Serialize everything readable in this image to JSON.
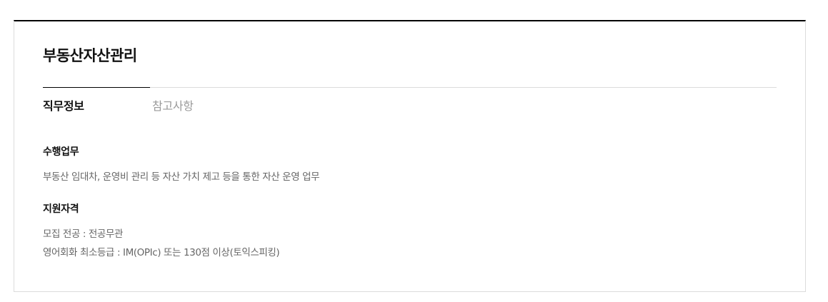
{
  "card": {
    "title": "부동산자산관리",
    "tabs": [
      {
        "label": "직무정보",
        "active": true
      },
      {
        "label": "참고사항",
        "active": false
      }
    ],
    "sections": [
      {
        "heading": "수행업무",
        "lines": [
          "부동산 임대차, 운영비 관리 등 자산 가치 제고 등을 통한 자산 운영 업무"
        ]
      },
      {
        "heading": "지원자격",
        "lines": [
          "모집 전공 : 전공무관",
          "영어회화 최소등급 : IM(OPIc) 또는 130점 이상(토익스피킹)"
        ]
      }
    ]
  },
  "colors": {
    "top_border": "#000000",
    "card_border": "#dcdcdc",
    "active_tab": "#111111",
    "inactive_tab": "#9a9a9a",
    "body_text": "#666666"
  }
}
